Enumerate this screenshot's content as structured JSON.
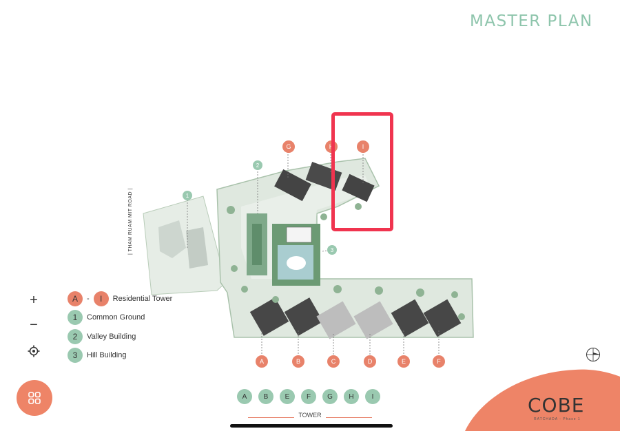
{
  "header": {
    "title": "MASTER PLAN"
  },
  "map": {
    "road_label": "| THAM RUAM MIT ROAD |",
    "tower_pins": [
      "G",
      "H",
      "I",
      "A",
      "B",
      "C",
      "D",
      "E",
      "F"
    ],
    "facility_pins": [
      "1",
      "2",
      "3"
    ]
  },
  "controls": {
    "zoom_in": "+",
    "zoom_out": "−"
  },
  "legend": {
    "range_start": "A",
    "range_dash": "-",
    "range_end": "I",
    "residential_label": "Residential Tower",
    "items": [
      {
        "num": "1",
        "label": "Common Ground"
      },
      {
        "num": "2",
        "label": "Valley Building"
      },
      {
        "num": "3",
        "label": "Hill Building"
      }
    ]
  },
  "tower_nav": {
    "buttons": [
      "A",
      "B",
      "E",
      "F",
      "G",
      "H",
      "I"
    ],
    "label": "TOWER"
  },
  "brand": {
    "name": "COBE",
    "sub": "RATCHADA - Phase 1"
  },
  "colors": {
    "accent_orange": "#e8826a",
    "accent_green": "#9ac9b0",
    "highlight": "#f0344f"
  }
}
